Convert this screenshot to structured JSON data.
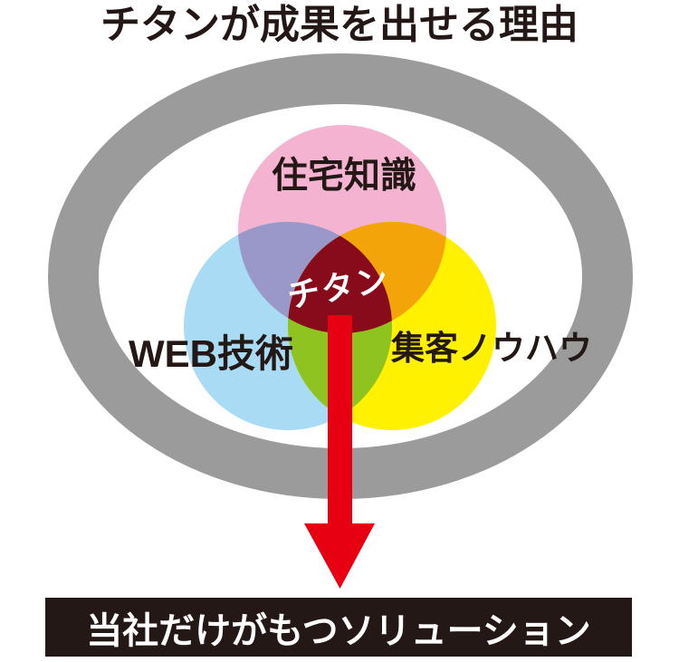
{
  "title": "チタンが成果を出せる理由",
  "diagram": {
    "ring_color": "#9b9b9b",
    "arrow_color": "#e60012",
    "label_color": "#231815",
    "circles": [
      {
        "label": "住宅知識",
        "color": "#f4b3d1"
      },
      {
        "label": "WEB技術",
        "color": "#a9dcf4"
      },
      {
        "label": "集客ノウハウ",
        "color": "#fff100"
      }
    ],
    "overlaps": {
      "housing_web": "#9a97c9",
      "housing_marketing": "#f2a408",
      "web_marketing": "#8fc31f",
      "center": "#880b1c"
    },
    "center_label": "チタン",
    "center_text_color": "#ffffff"
  },
  "banner": {
    "text": "当社だけがもつソリューション",
    "bg_color": "#231815",
    "text_color": "#ffffff"
  }
}
